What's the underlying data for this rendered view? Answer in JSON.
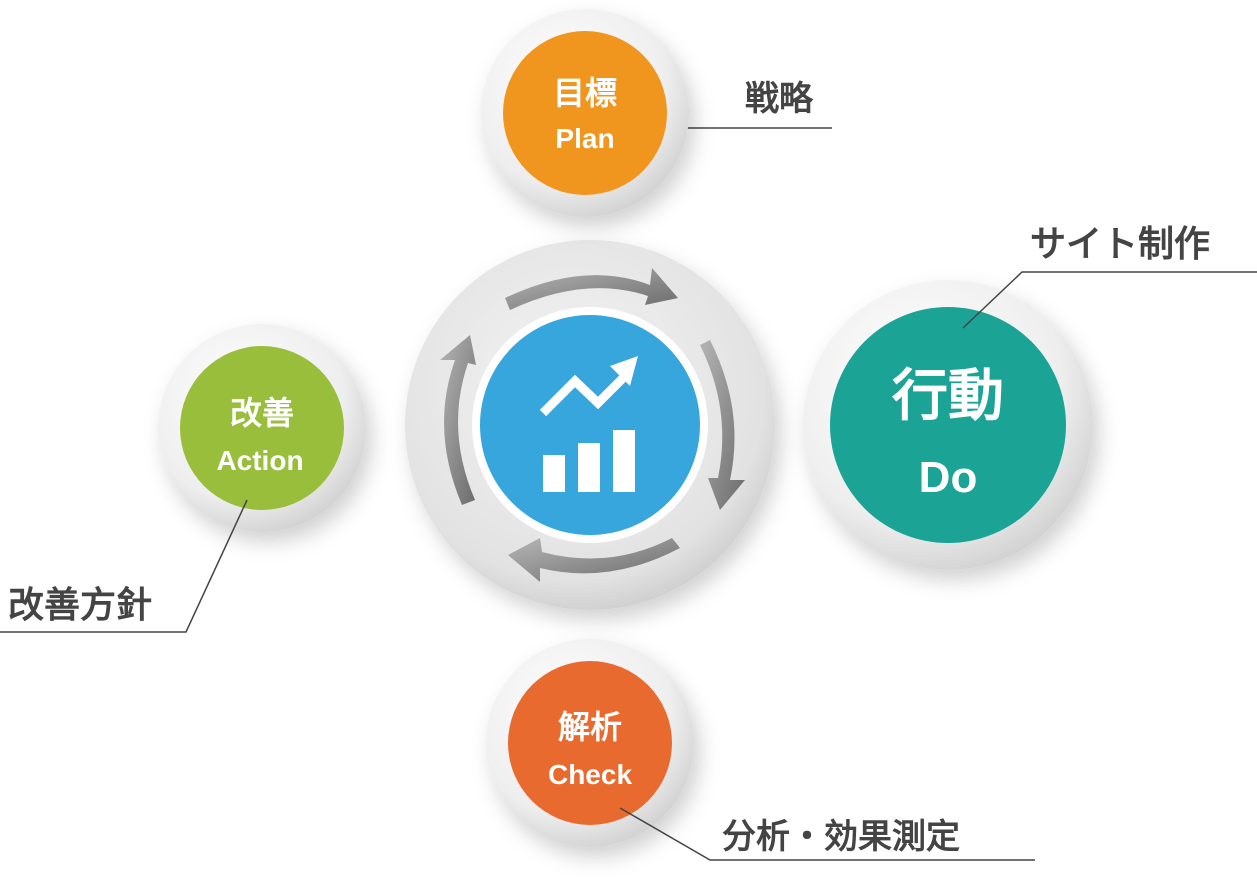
{
  "center": {
    "icon": "growth-chart-icon",
    "color": "#36A6DC"
  },
  "stages": {
    "plan": {
      "jp": "目標",
      "en": "Plan",
      "color": "#F0961E",
      "note": "戦略"
    },
    "do": {
      "jp": "行動",
      "en": "Do",
      "color": "#1BA396",
      "note": "サイト制作"
    },
    "check": {
      "jp": "解析",
      "en": "Check",
      "color": "#E86A2F",
      "note": "分析・効果測定"
    },
    "action": {
      "jp": "改善",
      "en": "Action",
      "color": "#99BE3B",
      "note": "改善方針"
    }
  }
}
